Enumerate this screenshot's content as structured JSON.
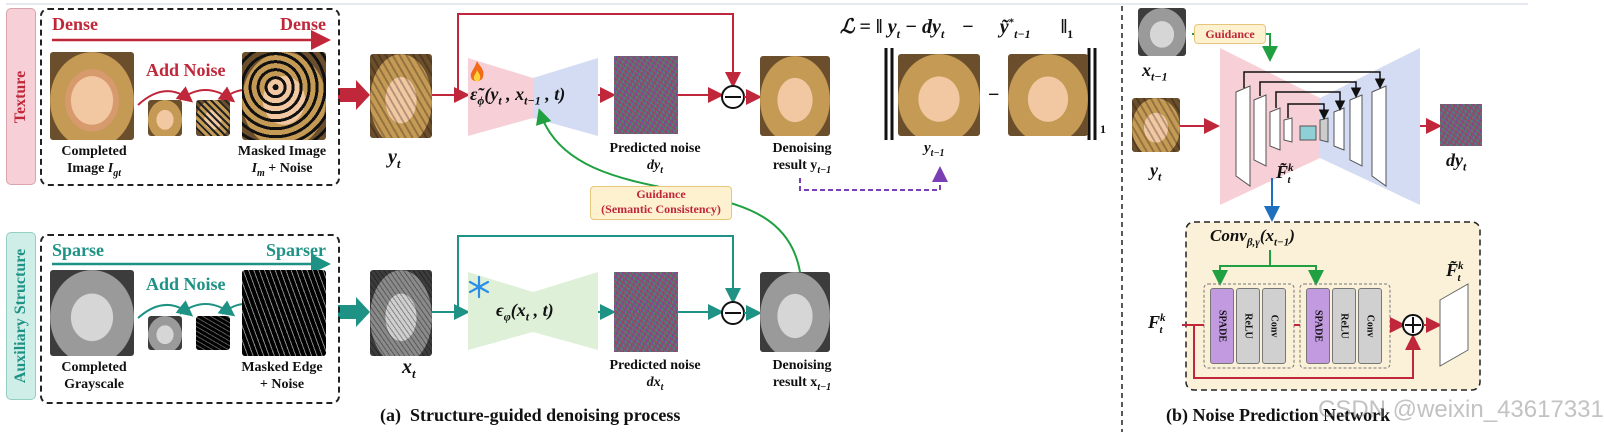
{
  "colors": {
    "texture_accent": "#c0273a",
    "structure_accent": "#1e9284",
    "guidance_green": "#20a040",
    "purple": "#7b3fb5",
    "blue": "#1f6fbf"
  },
  "icons": [
    "fire-icon",
    "snowflake-icon"
  ],
  "texture_row": {
    "side_label": "Texture",
    "density_start": "Dense",
    "density_end": "Dense",
    "add_noise": "Add Noise",
    "completed_caption_1": "Completed",
    "completed_caption_2": "Image ",
    "completed_caption_var": "I",
    "completed_caption_sub": "gt",
    "masked_caption_1": "Masked Image",
    "masked_caption_var": "I",
    "masked_caption_sub": "m",
    "masked_caption_2": " + Noise",
    "state_var": "y",
    "state_sub": "t",
    "network_label": "ε̃",
    "network_sub": "ϕ",
    "network_args": "(y",
    "network_args_sub": "t",
    "network_args_2": " , x",
    "network_args_sub_2": "t−1",
    "network_args_3": " , t)",
    "noise_caption_1": "Predicted noise",
    "noise_caption_2": "dy",
    "noise_caption_sub": "t",
    "result_caption_1": "Denoising",
    "result_caption_2": "result y",
    "result_caption_sub": "t−1"
  },
  "loss": {
    "prefix": "ℒ = ‖ y",
    "sub_1": "t",
    "mid": " − dy",
    "sub_2": "t",
    "minus": "−",
    "target": "ỹ",
    "target_sup": "*",
    "target_sub": "t−1",
    "norm_close": "‖",
    "norm_sub": "1",
    "left_caption": "y",
    "left_caption_sub": "t−1",
    "minus_between": "−"
  },
  "guidance_semantic": {
    "line1": "Guidance",
    "line2": "(Semantic Consistency)"
  },
  "structure_row": {
    "side_label": "Auxiliary Structure",
    "density_start": "Sparse",
    "density_end": "Sparser",
    "add_noise": "Add Noise",
    "completed_caption_1": "Completed",
    "completed_caption_2": "Grayscale",
    "masked_caption_1": "Masked Edge",
    "masked_caption_2": "+ Noise",
    "state_var": "x",
    "state_sub": "t",
    "network_label": "ϵ",
    "network_sub": "φ",
    "network_args": "(x",
    "network_args_sub": "t",
    "network_args_2": " , t)",
    "noise_caption_1": "Predicted noise",
    "noise_caption_2": "dx",
    "noise_caption_sub": "t",
    "result_caption_1": "Denoising",
    "result_caption_2": "result x",
    "result_caption_sub": "t−1"
  },
  "caption_a": "(a)  Structure-guided denoising process",
  "panel_b": {
    "input_top_var": "x",
    "input_top_sub": "t−1",
    "input_bottom_var": "y",
    "input_bottom_sub": "t",
    "guidance": "Guidance",
    "output_var": "dy",
    "output_sub": "t",
    "feature_var": "F̃",
    "feature_sup": "k",
    "feature_sub": "t",
    "conv_label": "Conv",
    "conv_sub": "β,γ",
    "conv_args": "(x",
    "conv_args_sub": "t−1",
    "conv_args_close": ")",
    "block_labels": [
      "SPADE",
      "ReLU",
      "Conv"
    ],
    "fk_var": "F",
    "fk_sup": "k",
    "fk_sub": "t",
    "out_var": "F̃",
    "out_sup": "k",
    "out_sub": "t",
    "caption": "(b) Noise Prediction Network"
  },
  "watermark": "CSDN @weixin_43617331"
}
